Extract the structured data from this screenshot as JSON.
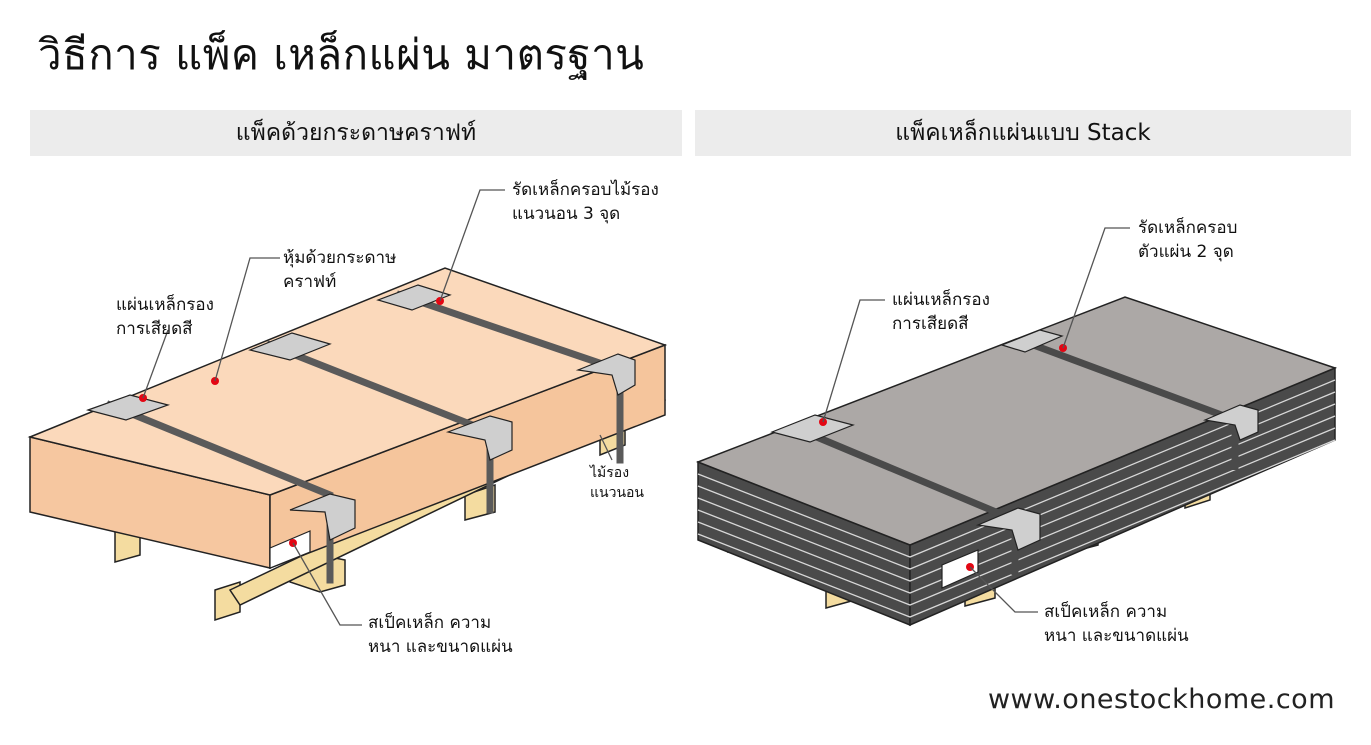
{
  "title": "วิธีการ แพ็ค เหล็กแผ่น มาตรฐาน",
  "left": {
    "heading": "แพ็คด้วยกระดาษคราฟท์",
    "labels": {
      "strap": "รัดเหล็กครอบไม้รอง\nแนวนอน 3 จุด",
      "wrap": "หุ้มด้วยกระดาษ\nคราฟท์",
      "protector": "แผ่นเหล็กรอง\nการเสียดสี",
      "skid": "ไม้รอง\nแนวนอน",
      "tag": "สเป็คเหล็ก ความ\nหนา และขนาดแผ่น"
    }
  },
  "right": {
    "heading": "แพ็คเหล็กแผ่นแบบ Stack",
    "labels": {
      "strap": "รัดเหล็กครอบ\nตัวแผ่น 2 จุด",
      "protector": "แผ่นเหล็กรอง\nการเสียดสี",
      "tag": "สเป็คเหล็ก ความ\nหนา และขนาดแผ่น"
    }
  },
  "footer": "www.onestockhome.com",
  "colors": {
    "kraft_top": "#fbd9bb",
    "kraft_side": "#f6c7a0",
    "wood": "#f4dca0",
    "steel_top": "#aca8a6",
    "steel_side": "#4a4a4a",
    "strap": "#5a5a5a",
    "marker": "#e30613"
  }
}
